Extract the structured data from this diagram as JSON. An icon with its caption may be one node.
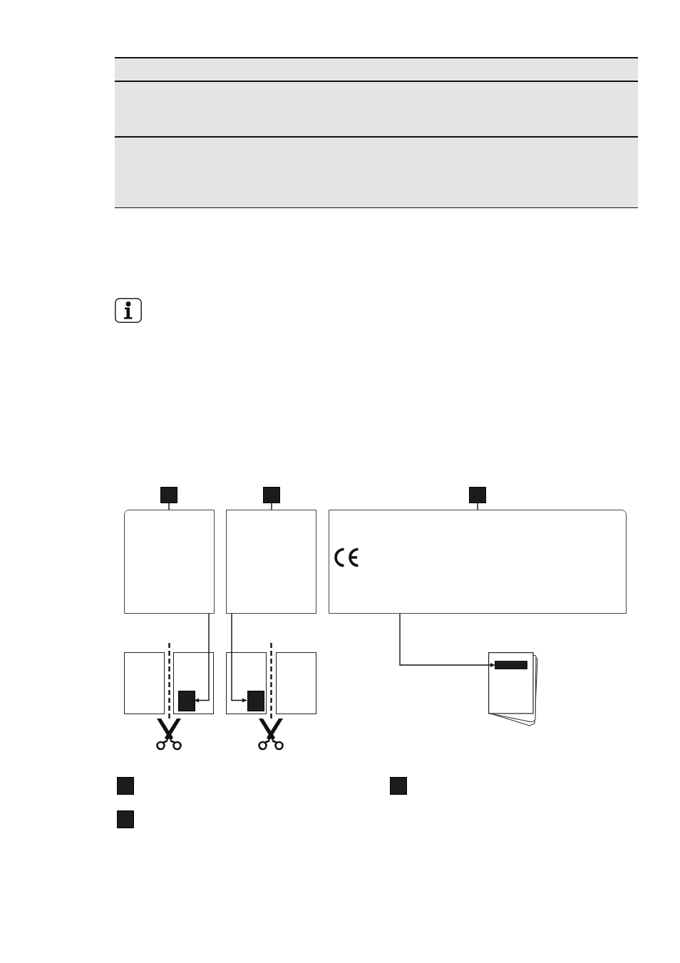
{
  "diagram": {
    "nodes": [
      {
        "text": [],
        "shape": "box"
      },
      {
        "text": [],
        "shape": "box"
      },
      {
        "text": [],
        "shape": "box"
      },
      {
        "text": [],
        "shape": "box"
      },
      {
        "text": [],
        "shape": "box"
      },
      {
        "text": [],
        "shape": "box"
      },
      {
        "text": [],
        "shape": "box"
      },
      {
        "text": [],
        "shape": "box"
      },
      {
        "text": [],
        "shape": "box",
        "in": 7
      },
      {
        "text": [],
        "shape": "box"
      },
      {
        "text": [],
        "shape": "box",
        "in": 9
      },
      {
        "text": [],
        "shape": "box"
      },
      {
        "text": [],
        "shape": "picture"
      },
      {
        "text": [],
        "shape": "bar",
        "in": 12
      },
      {
        "text": [],
        "shape": "box"
      },
      {
        "text": [],
        "shape": "box"
      },
      {
        "text": [],
        "shape": "box"
      }
    ],
    "edges": [
      {
        "from": 0,
        "to": 3,
        "arrow": "none"
      },
      {
        "from": 1,
        "to": 4,
        "arrow": "none"
      },
      {
        "from": 2,
        "to": 5,
        "arrow": "none"
      },
      {
        "from": 3,
        "to": 8,
        "arrow": "to"
      },
      {
        "from": 4,
        "to": 10,
        "arrow": "to"
      },
      {
        "from": 5,
        "to": 13,
        "arrow": "to"
      }
    ]
  }
}
